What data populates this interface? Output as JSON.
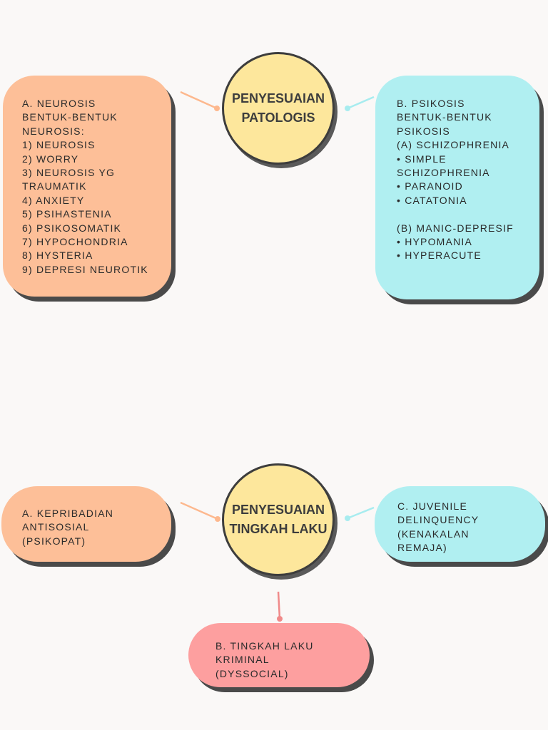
{
  "center_top": {
    "label": "PENYESUAIAN\nPATOLOGIS"
  },
  "center_bottom": {
    "label": "PENYESUAIAN\nTINGKAH LAKU"
  },
  "neurosis": {
    "text": "A. NEUROSIS\nBENTUK-BENTUK\nNEUROSIS:\n1) NEUROSIS\n2) WORRY\n3) NEUROSIS YG\nTRAUMATIK\n4) ANXIETY\n5) PSIHASTENIA\n6) PSIKOSOMATIK\n7) HYPOCHONDRIA\n8) HYSTERIA\n9) DEPRESI NEUROTIK"
  },
  "psikosis": {
    "text": "B. PSIKOSIS\nBENTUK-BENTUK\nPSIKOSIS\n(A) SCHIZOPHRENIA\n• SIMPLE\nSCHIZOPHRENIA\n• PARANOID\n• CATATONIA\n\n(B) MANIC-DEPRESIF\n• HYPOMANIA\n• HYPERACUTE"
  },
  "antisosial": {
    "text": "A. KEPRIBADIAN\nANTISOSIAL\n(PSIKOPAT)"
  },
  "juvenile": {
    "text": "C. JUVENILE\nDELINQUENCY\n(KENAKALAN\nREMAJA)"
  },
  "kriminal": {
    "text": "B. TINGKAH LAKU\nKRIMINAL\n(DYSSOCIAL)"
  },
  "colors": {
    "orange": "#fdbf98",
    "cyan": "#b0eff1",
    "pink": "#fd9f9f",
    "yellow": "#fde79c",
    "background": "#faf8f7"
  }
}
